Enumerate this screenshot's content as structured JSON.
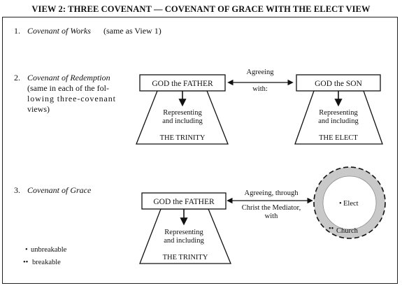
{
  "title": "VIEW 2: THREE COVENANT — COVENANT OF GRACE WITH THE ELECT VIEW",
  "section1": {
    "number": "1.",
    "name": "Covenant of Works",
    "note": "(same as View 1)"
  },
  "section2": {
    "number": "2.",
    "name": "Covenant of Redemption",
    "desc_lines": [
      "(same in each of the fol-",
      "lowing three-covenant",
      "views)"
    ],
    "left_box": "GOD the FATHER",
    "left_rep_lines": [
      "Representing",
      "and including"
    ],
    "left_base": "THE TRINITY",
    "link_lines": [
      "Agreeing",
      "with:"
    ],
    "right_box": "GOD the SON",
    "right_rep_lines": [
      "Representing",
      "and including"
    ],
    "right_base": "THE ELECT"
  },
  "section3": {
    "number": "3.",
    "name": "Covenant of Grace",
    "left_box": "GOD the FATHER",
    "left_rep_lines": [
      "Representing",
      "and including"
    ],
    "left_base": "THE TRINITY",
    "link_lines": [
      "Agreeing, through",
      "Christ the Mediator,",
      "with"
    ],
    "inner_label": "Elect",
    "outer_label": "Church"
  },
  "legend": [
    {
      "marker": "•",
      "label": "unbreakable"
    },
    {
      "marker": "••",
      "label": "breakable"
    }
  ],
  "colors": {
    "ring_fill": "#c9c9c9",
    "stroke": "#111111"
  }
}
